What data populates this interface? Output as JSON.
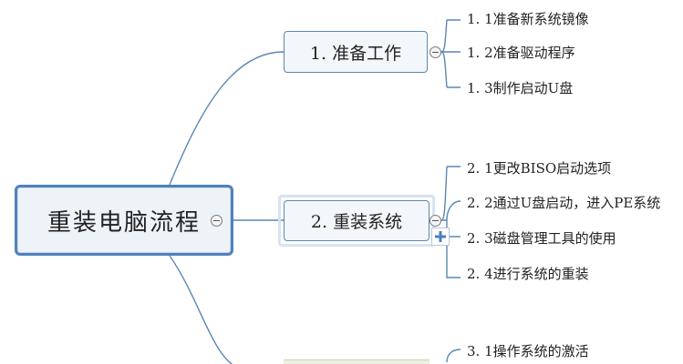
{
  "root": {
    "label": "重装电脑流程"
  },
  "branches": [
    {
      "label": "1. 准备工作",
      "children": [
        "1. 1准备新系统镜像",
        "1. 2准备驱动程序",
        "1. 3制作启动U盘"
      ]
    },
    {
      "label": "2. 重装系统",
      "children": [
        "2. 1更改BISO启动选项",
        "2. 2通过U盘启动，进入PE系统",
        "2. 3磁盘管理工具的使用",
        "2. 4进行系统的重装"
      ]
    },
    {
      "label": "",
      "children": [
        "3. 1操作系统的激活"
      ]
    }
  ],
  "colors": {
    "connector": "#5b86b3",
    "root_border": "#4f81bd",
    "node_border": "#5b86b3",
    "text": "#222222"
  },
  "icons": {
    "collapse": "minus-circle-icon",
    "add": "plus-icon"
  }
}
